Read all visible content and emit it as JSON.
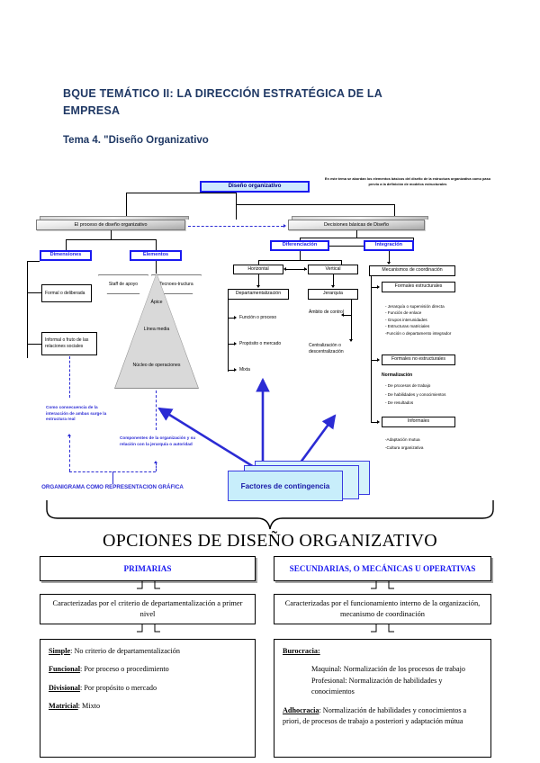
{
  "document": {
    "title": "BQUE TEMÁTICO II: LA DIRECCIÓN ESTRATÉGICA DE LA EMPRESA",
    "subtitle": "Tema 4. \"Diseño Organizativo"
  },
  "diagram": {
    "root": "Diseño organizativo",
    "root_note": "En este tema se abordan los elementos básicos del diseño de la estructura organizativa como paso previo a la definición de modelos estructurales",
    "left_branch": {
      "banner": "El proceso de diseño organizativo",
      "dimensiones": "Dimensiones",
      "elementos": "Elementos",
      "dimension_items": [
        "Formal o deliberada",
        "Informal o fruto de las relaciones sociales"
      ],
      "staff": "Staff de apoyo",
      "tecno": "Tecnoes-tructura",
      "pyramid": [
        "Ápice",
        "Línea media",
        "Núcleo de operaciones"
      ],
      "note_left": "Como consecuencia de la interacción de ambas surge la estructura real",
      "note_right": "Componentes de la organización y su relación con la jerarquía o autoridad",
      "organigrama": "ORGANIGRAMA COMO REPRESENTACION GRÁFICA"
    },
    "right_branch": {
      "banner": "Decisiones básicas de Diseño",
      "diferenciacion": "Diferenciación",
      "integracion": "Integración",
      "horizontal": "Horizontal",
      "vertical": "Vertical",
      "departamentalizacion": "Departamentalización",
      "jerarquia": "Jerarquía",
      "depto_items": [
        "Función o proceso",
        "Propósito o mercado",
        "Mixta"
      ],
      "jerarquia_items": [
        "Ámbito de control",
        "Centralización o descentralización"
      ],
      "mecanismos": "Mecanismos de coordinación",
      "formales_estructurales": "Formales estructurales",
      "formales_estructurales_items": [
        "- Jerarquía o supervisión directa",
        "- Función de enlace",
        "- Grupos interunidades",
        "- Estructuras matriciales",
        "-Función o departamento integrador"
      ],
      "formales_no_estructurales": "Formales  no estructurales",
      "normalizacion_title": "Normalización",
      "normalizacion_items": [
        "-  De procesos de trabajo",
        "-  De habilidades y conocimientos",
        "-  De resultados"
      ],
      "informales": "Informales",
      "informales_items": [
        "-Adaptación mutua",
        "-Cultura organizativa"
      ]
    },
    "contingencia": "Factores de contingencia"
  },
  "options": {
    "title": "OPCIONES DE DISEÑO ORGANIZATIVO",
    "primarias": {
      "head": "PRIMARIAS",
      "desc": "Caracterizadas por el criterio de departamentalización a primer nivel",
      "items": [
        {
          "term": "Simple",
          "text": ": No criterio de departamentalización"
        },
        {
          "term": "Funcional",
          "text": ": Por proceso o procedimiento"
        },
        {
          "term": "Divisional",
          "text": ": Por propósito o mercado"
        },
        {
          "term": "Matricial",
          "text": ": Mixto"
        }
      ]
    },
    "secundarias": {
      "head": "SECUNDARIAS, O MECÁNICAS U OPERATIVAS",
      "desc": "Caracterizadas por el funcionamiento interno de la organización, mecanismo de coordinación",
      "burocracia_term": "Burocracia:",
      "burocracia_lines": [
        "Maquinal: Normalización de los procesos de trabajo",
        "Profesional: Normalización de habilidades y conocimientos"
      ],
      "adhocracia_term": "Adhocracia",
      "adhocracia_text": ": Normalización de habilidades y conocimientos a priori, de procesos de trabajo a posteriori y adaptación mútua"
    }
  },
  "colors": {
    "heading": "#1F3864",
    "blue": "#1a1af0",
    "arrow_blue": "#2b2bd4",
    "card_fill": "#c8eefb"
  }
}
